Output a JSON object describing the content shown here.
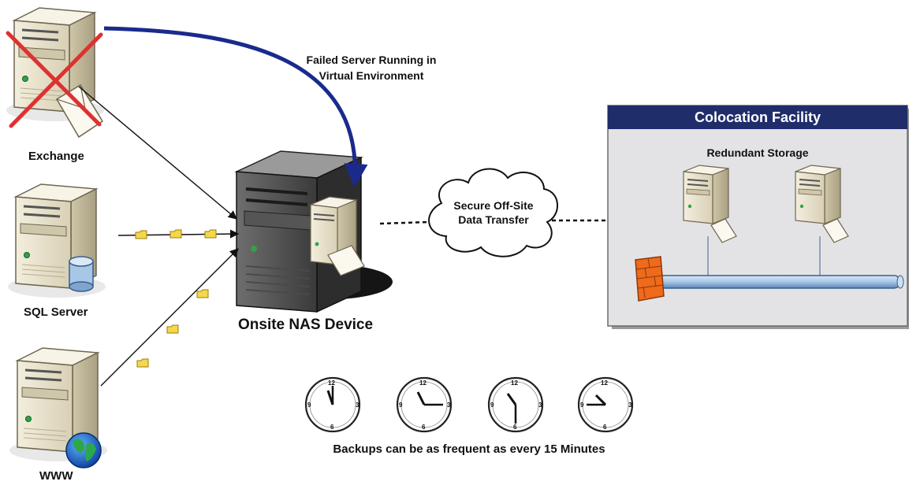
{
  "servers": {
    "exchange": "Exchange",
    "sql": "SQL Server",
    "www": "WWW"
  },
  "failed_note": {
    "line1": "Failed Server Running in",
    "line2": "Virtual Environment"
  },
  "nas": {
    "label": "Onsite NAS Device"
  },
  "cloud": {
    "line1": "Secure Off-Site",
    "line2": "Data Transfer"
  },
  "colocation": {
    "title": "Colocation Facility",
    "subtitle": "Redundant Storage"
  },
  "clocks": {
    "numerals": [
      "12",
      "3",
      "6",
      "9"
    ],
    "caption": "Backups can be as frequent as every 15 Minutes"
  },
  "colors": {
    "arrow_blue": "#1a2a8c",
    "colocation_header": "#1f2d6b",
    "colocation_panel": "#e3e3e6",
    "server_body": "#e9e3cf",
    "red_x": "#e03030",
    "packet": "#f5d84a",
    "firewall": "#ef6a1a"
  },
  "icons": [
    "server-icon",
    "envelope-icon",
    "database-icon",
    "globe-icon",
    "cloud-icon",
    "firewall-icon",
    "clock-icon",
    "packet-icon"
  ]
}
